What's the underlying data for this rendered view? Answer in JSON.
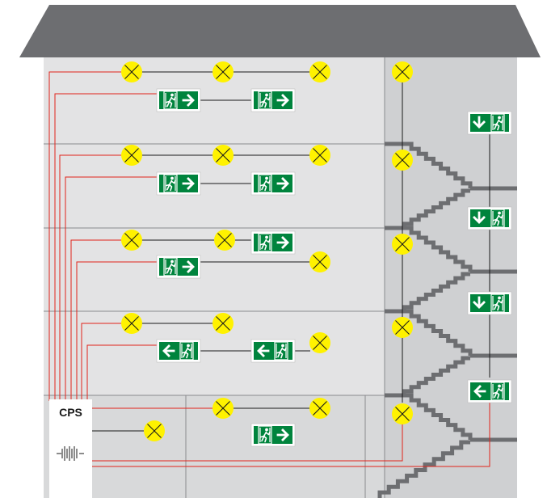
{
  "colors": {
    "roof": "#6d6e71",
    "wall": "#e3e3e4",
    "stair_wall": "#cfd0d2",
    "floor_line": "#8a8b8e",
    "stairs": "#6d6e71",
    "red_wire": "#e2231a",
    "black_wire": "#1a1a1a",
    "luminaire_fill": "#fff200",
    "sign_green": "#00843d",
    "sign_white": "#ffffff"
  },
  "cps": {
    "label": "CPS",
    "battery_icon": "battery-icon"
  },
  "icons": {
    "luminaire": "crossed-circle-luminaire-icon",
    "exit_sign": "running-man-exit-sign-icon"
  },
  "floors": [
    {
      "luminaires": 3,
      "exit_signs": [
        "right",
        "right"
      ]
    },
    {
      "luminaires": 3,
      "exit_signs": [
        "right",
        "right"
      ]
    },
    {
      "luminaires": 3,
      "exit_signs": [
        "right",
        "right"
      ]
    },
    {
      "luminaires": 3,
      "exit_signs": [
        "left",
        "left"
      ]
    },
    {
      "luminaires": 3,
      "exit_signs": [
        "right"
      ]
    }
  ],
  "stairwell": {
    "luminaires": 5,
    "exit_signs": [
      "down",
      "down",
      "down",
      "left"
    ]
  }
}
